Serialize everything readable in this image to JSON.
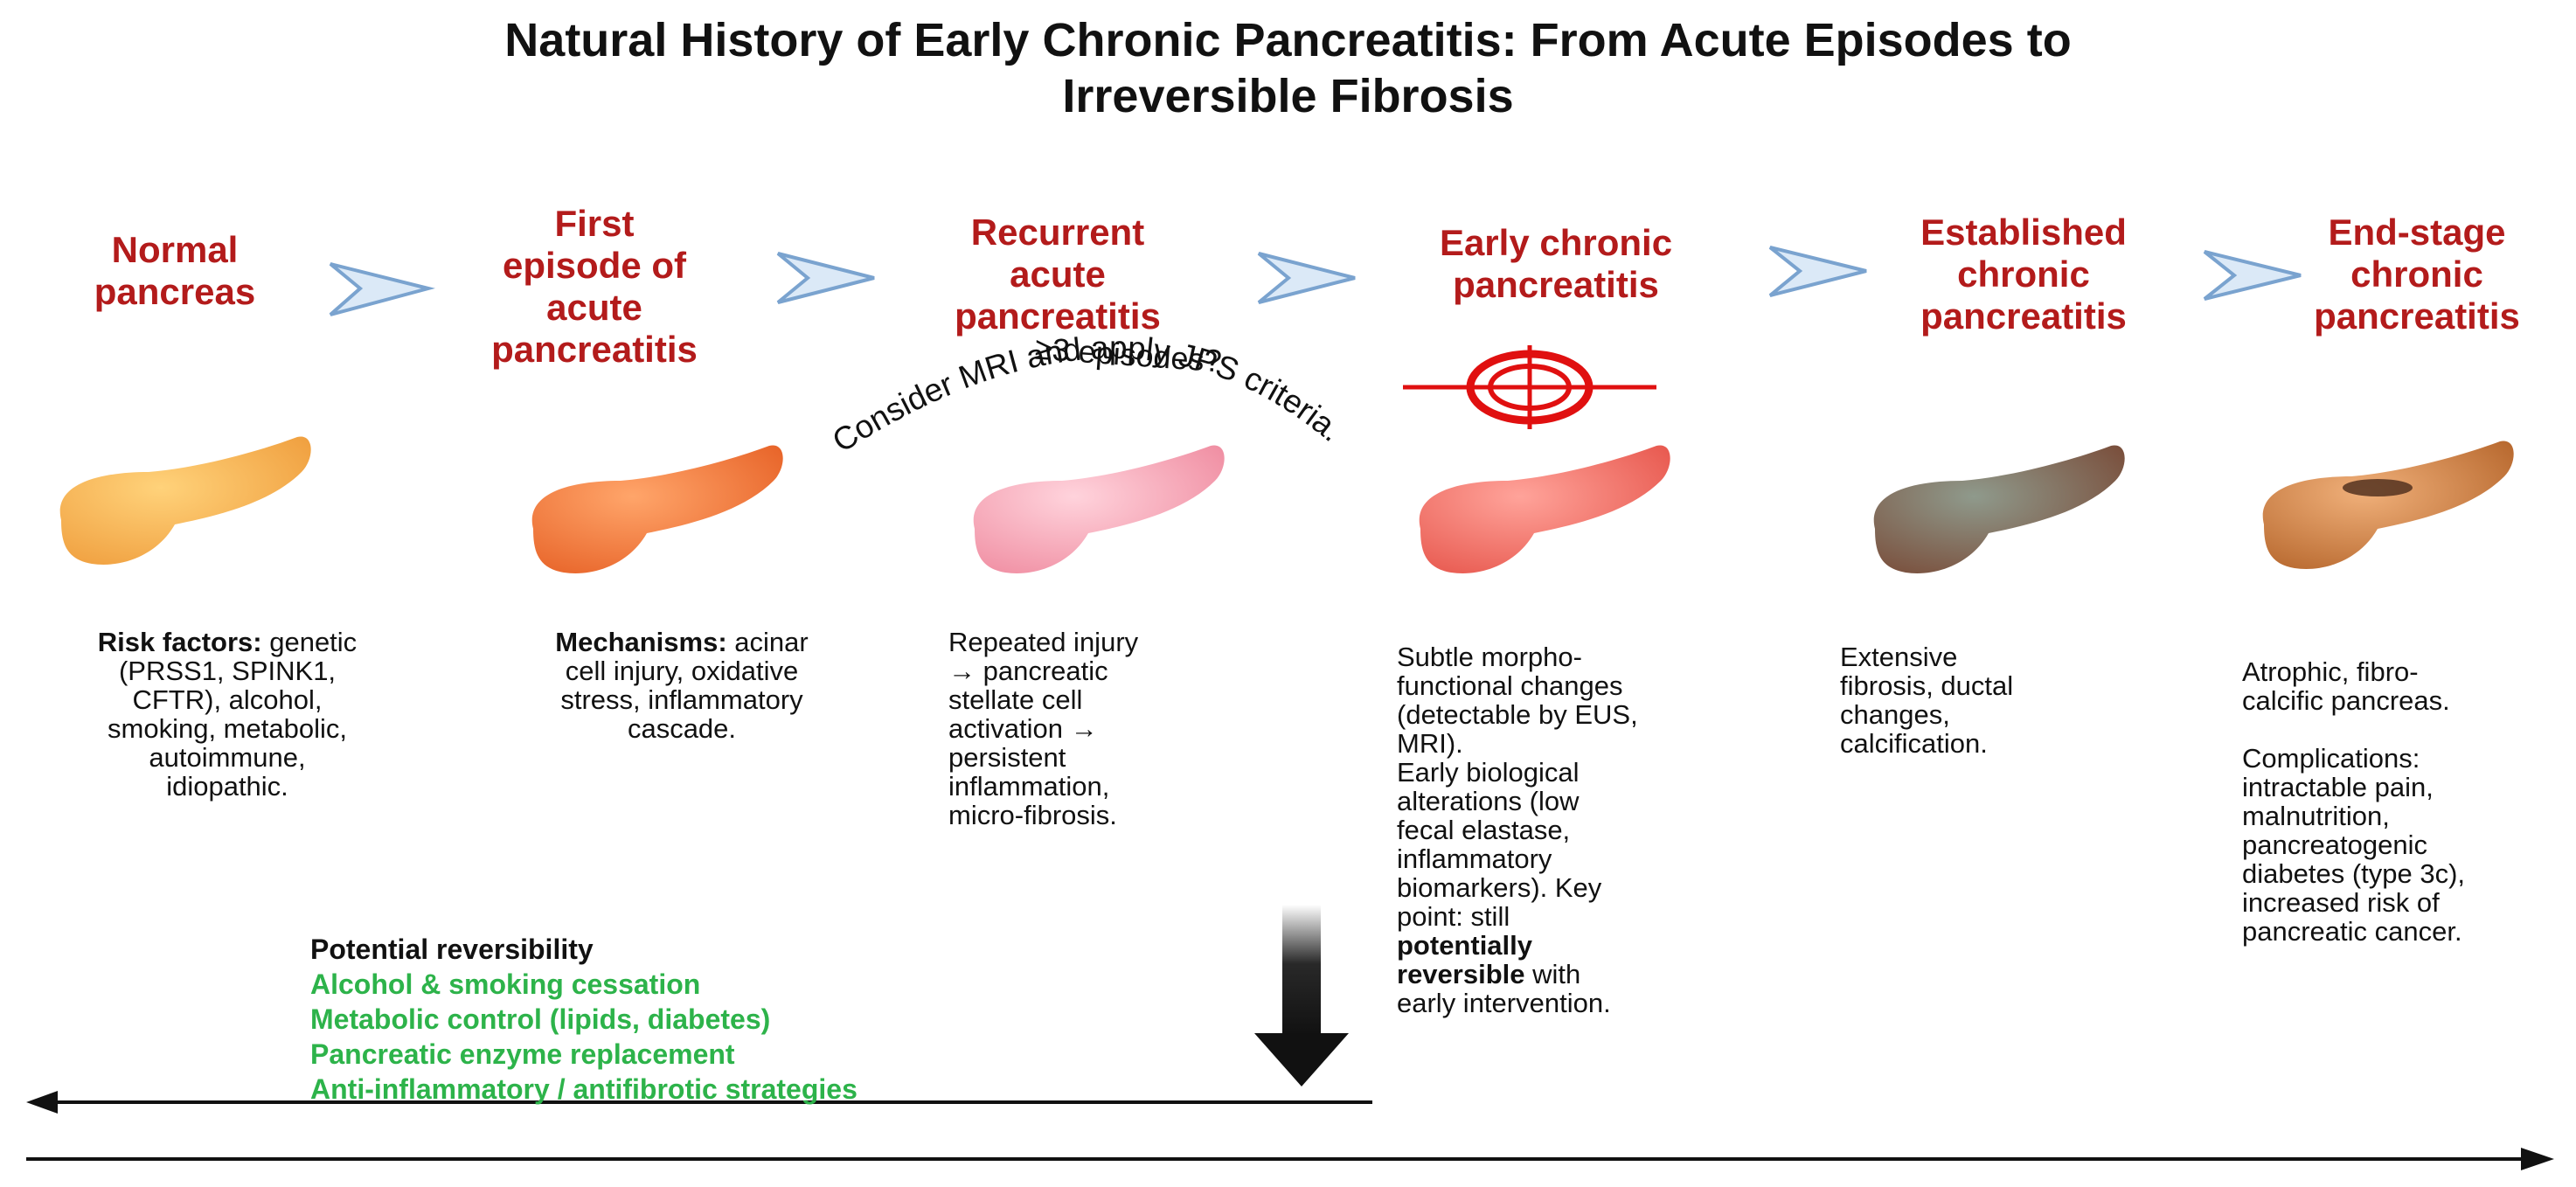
{
  "title": {
    "line1": "Natural History of Early Chronic Pancreatitis: From Acute Episodes to",
    "line2": "Irreversible Fibrosis"
  },
  "stages": [
    {
      "title_lines": [
        "Normal",
        "pancreas"
      ],
      "color": "#f5a94a"
    },
    {
      "title_lines": [
        "First",
        "episode of",
        "acute",
        "pancreatitis"
      ],
      "color": "#f27c3c"
    },
    {
      "title_lines": [
        "Recurrent",
        "acute",
        "pancreatitis"
      ],
      "color": "#f4a7b5"
    },
    {
      "title_lines": [
        "Early chronic",
        "pancreatitis"
      ],
      "color": "#f2756a"
    },
    {
      "title_lines": [
        "Established",
        "chronic",
        "pancreatitis"
      ],
      "color": "#8a6a5a"
    },
    {
      "title_lines": [
        "End-stage",
        "chronic",
        "pancreatitis"
      ],
      "color": "#d9894a"
    }
  ],
  "curve_label": {
    "question": "≥3 episodes?",
    "left": "Consider MRI and apply",
    "right": "JPS criteria."
  },
  "descriptions": {
    "normal": {
      "bold": "Risk factors:",
      "lines": [
        "genetic",
        "(PRSS1, SPINK1,",
        "CFTR), alcohol,",
        "smoking, metabolic,",
        "autoimmune,",
        "idiopathic."
      ]
    },
    "first": {
      "bold": "Mechanisms:",
      "lines": [
        "acinar",
        "cell injury, oxidative",
        "stress, inflammatory",
        "cascade."
      ]
    },
    "recurrent": {
      "lines": [
        "Repeated injury",
        "→ pancreatic",
        "stellate cell",
        "activation →",
        "persistent",
        "inflammation,",
        "micro-fibrosis."
      ]
    },
    "early": {
      "lines": [
        "Subtle morpho-",
        "functional changes",
        "(detectable by EUS,",
        "MRI).",
        "Early biological",
        "alterations (low",
        "fecal elastase,",
        "inflammatory",
        "biomarkers). Key",
        "point: still"
      ],
      "bold1": "potentially",
      "bold2": "reversible",
      "tail": "with",
      "last": "early intervention."
    },
    "established": {
      "lines": [
        "Extensive",
        "fibrosis, ductal",
        "changes,",
        "calcification."
      ]
    },
    "endstage": {
      "lines1": [
        "Atrophic, fibro-",
        "calcific pancreas."
      ],
      "lines2": [
        "Complications:",
        "intractable pain,",
        "malnutrition,",
        "pancreatogenic",
        "diabetes (type 3c),",
        "increased risk of",
        "pancreatic cancer."
      ]
    }
  },
  "reversibility": {
    "heading": "Potential reversibility",
    "items": [
      "Alcohol & smoking cessation",
      "Metabolic control (lipids, diabetes)",
      "Pancreatic enzyme replacement",
      "Anti-inflammatory / antifibrotic strategies"
    ]
  },
  "colors": {
    "stage_title": "#b31b1b",
    "arrow_chevron": "#cfe3f5",
    "arrow_chevron_stroke": "#7aa3cf",
    "target": "#e01010",
    "reversibility_green": "#2db34a"
  },
  "icons": [
    "chevron-arrow-icon",
    "target-icon",
    "down-arrow-icon",
    "pancreas-icon"
  ]
}
